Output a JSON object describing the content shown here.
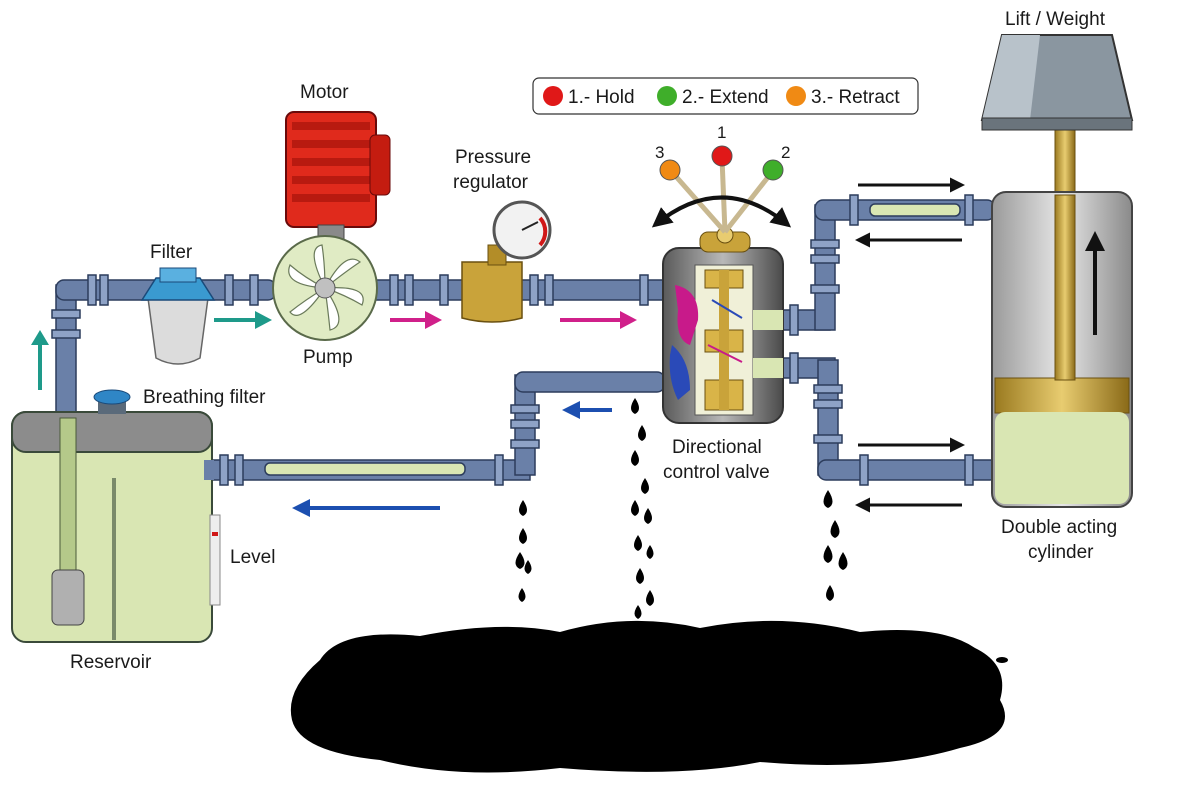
{
  "labels": {
    "motor": "Motor",
    "filter": "Filter",
    "pump": "Pump",
    "pressure_regulator_line1": "Pressure",
    "pressure_regulator_line2": "regulator",
    "breathing_filter": "Breathing filter",
    "reservoir": "Reservoir",
    "level": "Level",
    "directional_valve_line1": "Directional",
    "directional_valve_line2": "control valve",
    "lift_weight": "Lift / Weight",
    "cylinder_line1": "Double acting",
    "cylinder_line2": "cylinder"
  },
  "legend": [
    {
      "text": "1.- Hold",
      "color": "#e01818"
    },
    {
      "text": "2.- Extend",
      "color": "#3fae2a"
    },
    {
      "text": "3.- Retract",
      "color": "#f08a14"
    }
  ],
  "lever_numbers": [
    "3",
    "1",
    "2"
  ],
  "lever_colors": [
    "#f08a14",
    "#e01818",
    "#3fae2a"
  ],
  "colors": {
    "pipe": "#6a80a8",
    "oil": "#d9e6b3",
    "motor": "#e02a1c",
    "pressure_arrow": "#d0208a",
    "suction_arrow": "#1e9a8a",
    "return_arrow": "#1c4fb0",
    "leak": "#000000"
  }
}
